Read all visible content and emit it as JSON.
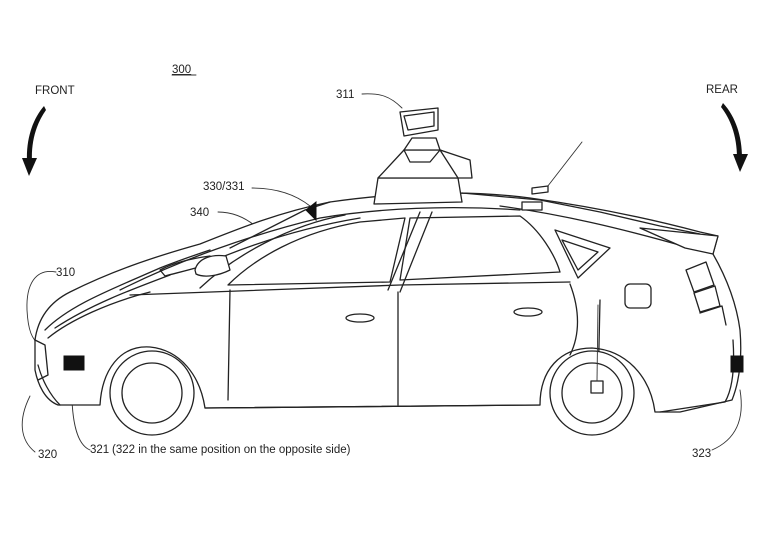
{
  "figure": {
    "ref_main": "300",
    "front_label": "FRONT",
    "rear_label": "REAR",
    "labels": {
      "sensor_top": "311",
      "roof_sensors": "330/331",
      "windshield": "340",
      "front_body": "310",
      "front_bumper": "320",
      "side_sensor": "321",
      "side_sensor_note": "(322 in the same position on the opposite side)",
      "rear_sensor": "323"
    }
  }
}
